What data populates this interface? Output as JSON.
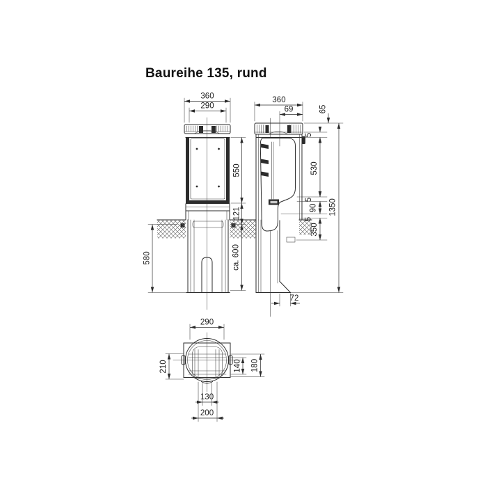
{
  "title": "Baureihe 135, rund",
  "front_view": {
    "width_top": "360",
    "width_body": "290",
    "door_height": "550",
    "base_height": "121",
    "embed_depth": "580",
    "embed_depth_approx": "ca. 600"
  },
  "side_view": {
    "depth_top": "360",
    "door_offset": "69",
    "cap_height": "65",
    "gap_top": "5",
    "door_height": "530",
    "gap_bottom": "5",
    "lock_zone": "90",
    "ground_gap": "5",
    "lower_zone": "350",
    "total_height": "1350",
    "foot_offset": "72"
  },
  "section_view": {
    "width": "290",
    "height_left": "210",
    "inner_height": "140",
    "outer_height": "180",
    "slot_width": "130",
    "base_width": "200"
  },
  "colors": {
    "line": "#2b2b2b",
    "background": "#ffffff"
  }
}
